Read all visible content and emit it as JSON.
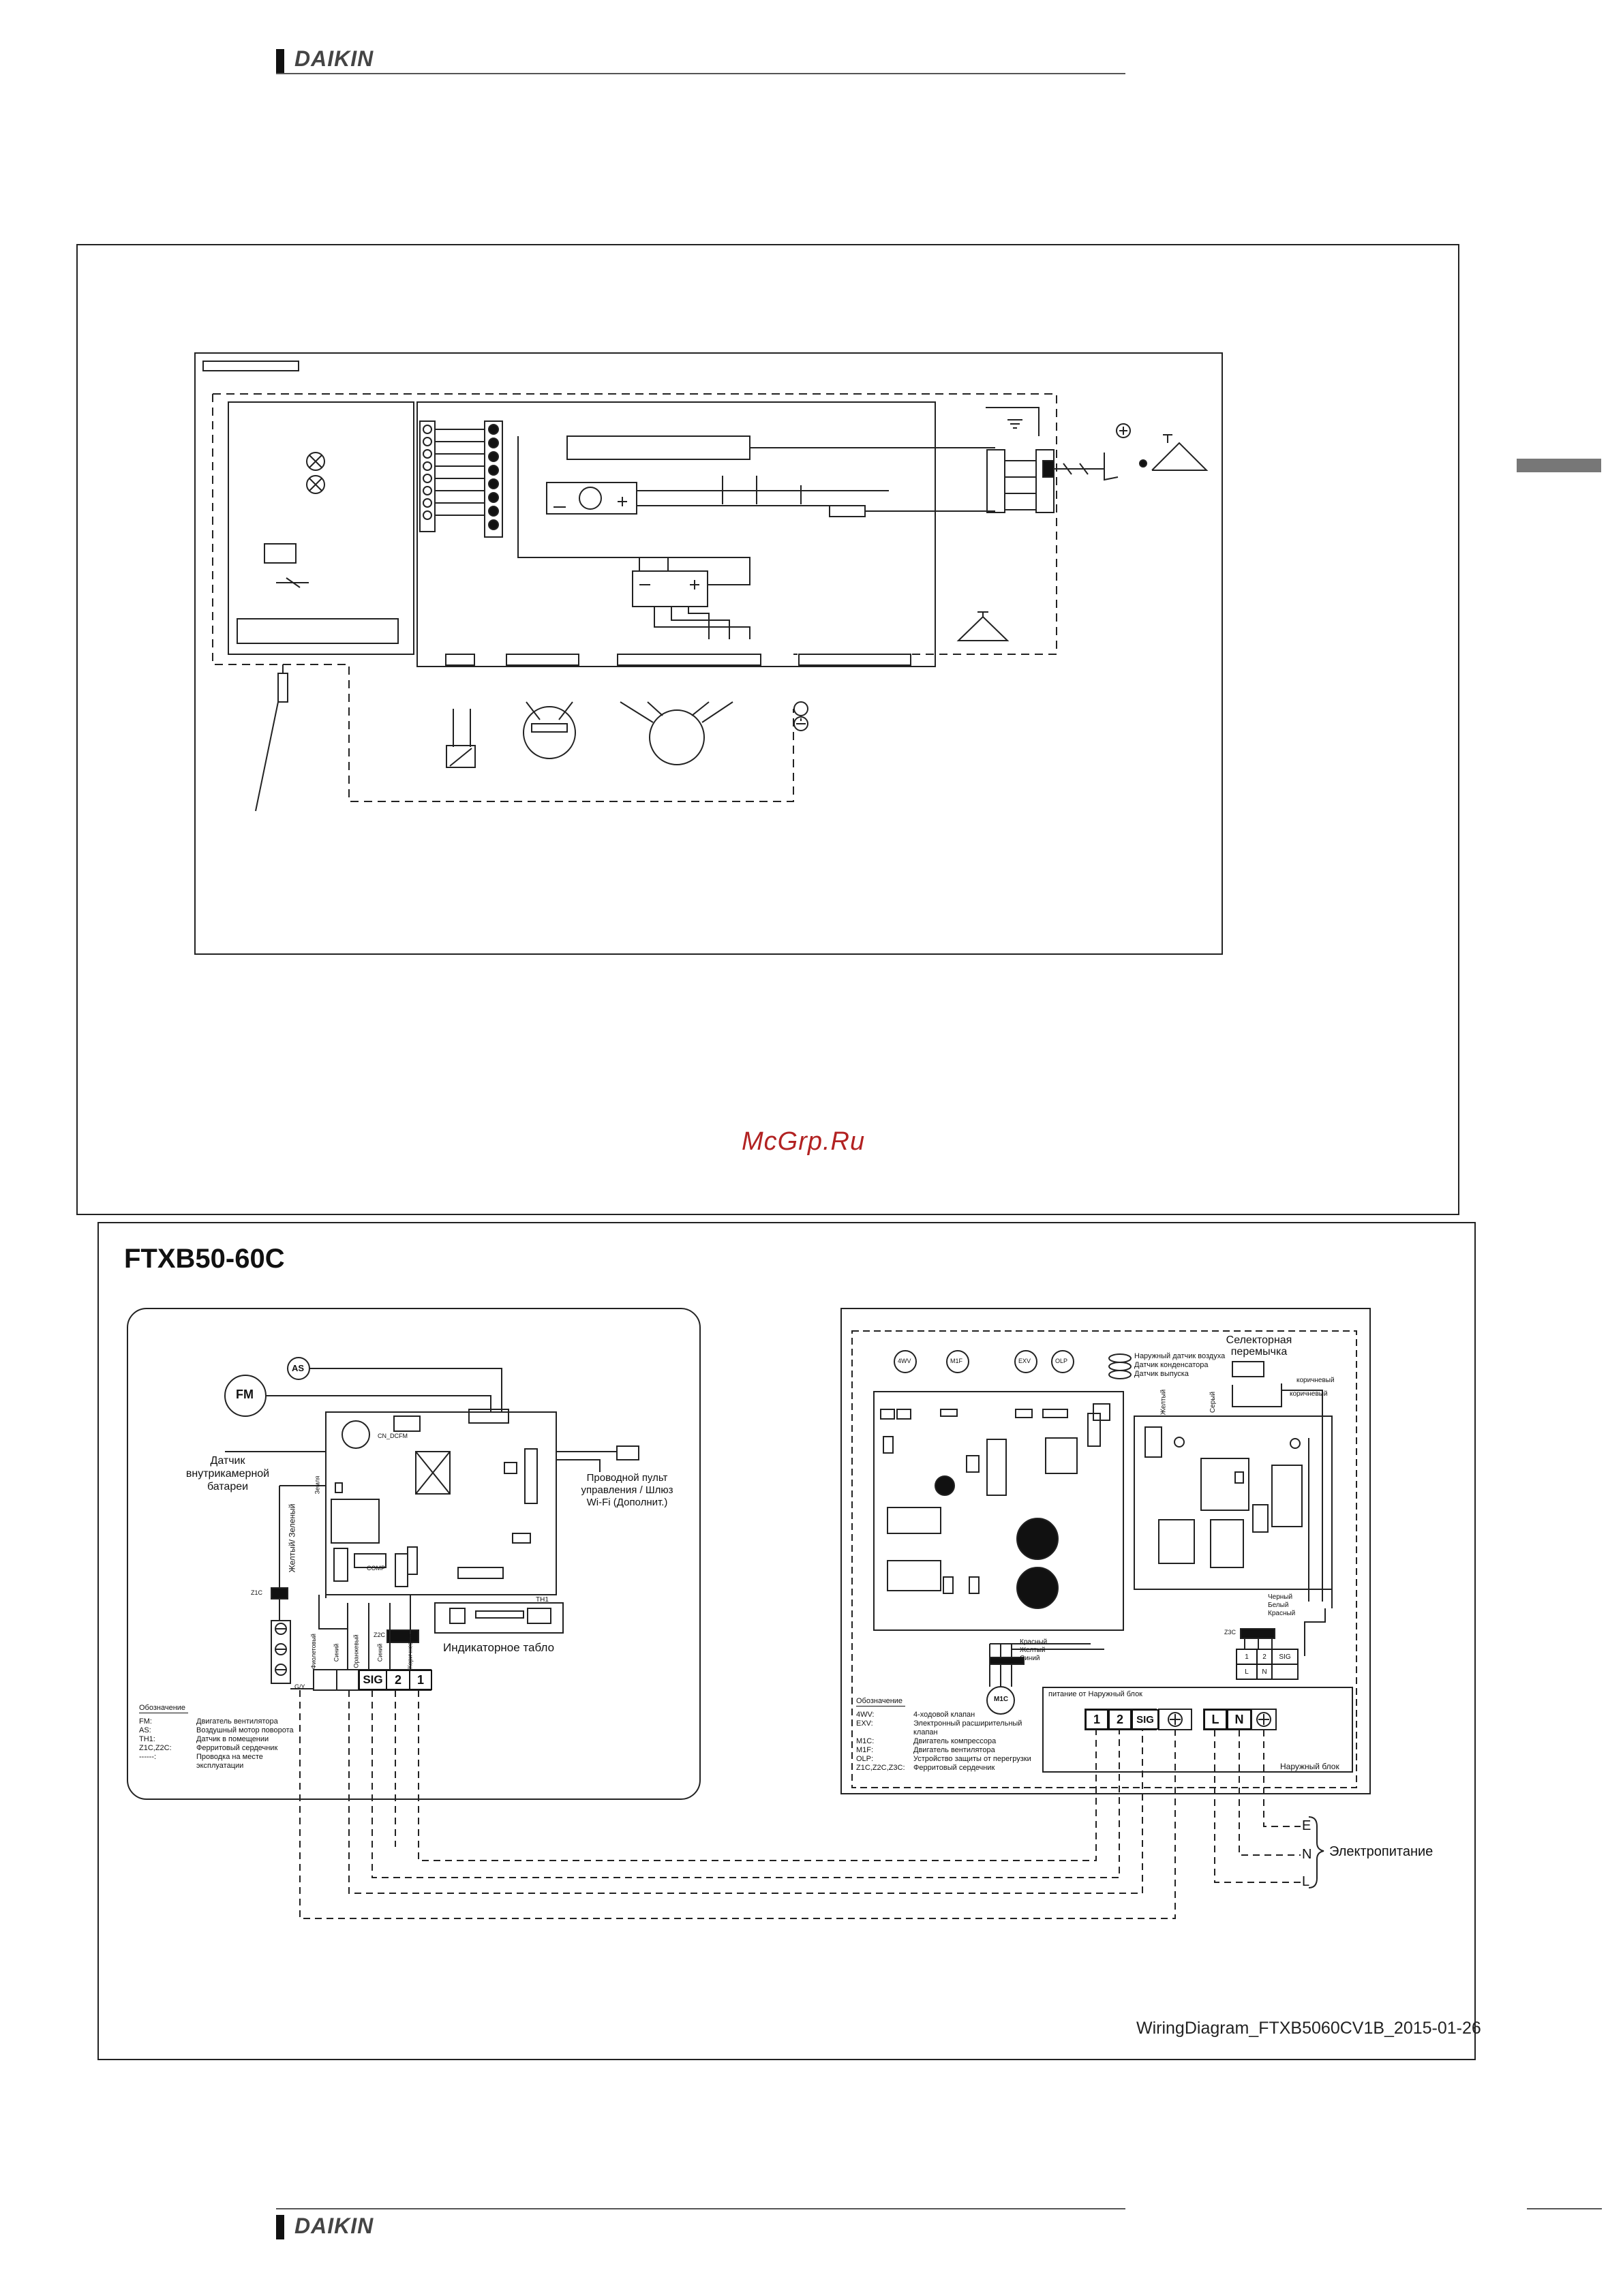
{
  "header": {
    "brand": "DAIKIN"
  },
  "footer": {
    "brand": "DAIKIN"
  },
  "watermark": "McGrp.Ru",
  "lower_panel": {
    "model": "FTXB50-60C",
    "diagram_name": "WiringDiagram_FTXB5060CV1B_2015-01-26",
    "indoor": {
      "fm": "FM",
      "as": "AS",
      "coil_sensor": "Датчик внутрикамерной батареи",
      "wired_remote": "Проводной пульт управления / Шлюз Wi-Fi (Дополнит.)",
      "display_board": "Индикаторное табло",
      "th1": "TH1",
      "z1c": "Z1C",
      "z2c": "Z2C",
      "yg_wire": "Желтый/ Зеленый",
      "ground": "Земля",
      "gy": "G/Y",
      "comp": "COMP",
      "cn_dcfm": "CN_DCFM",
      "wire_colors": [
        "Фиолетовый",
        "Синий",
        "Оранжевый",
        "Синий",
        "Коричневый"
      ],
      "terminals": [
        "SIG",
        "2",
        "1"
      ],
      "legend": {
        "title": "Обозначение",
        "rows": [
          {
            "k": "FM:",
            "v": "Двигатель вентилятора"
          },
          {
            "k": "AS:",
            "v": "Воздушный мотор поворота"
          },
          {
            "k": "TH1:",
            "v": "Датчик в помещении"
          },
          {
            "k": "Z1C,Z2C:",
            "v": "Ферритовый сердечник"
          },
          {
            "k": "------:",
            "v": "Проводка на месте эксплуатации"
          }
        ]
      }
    },
    "outdoor": {
      "components": [
        "4WV",
        "M1F",
        "EXV",
        "OLP"
      ],
      "sensors": [
        "Наружный датчик воздуха",
        "Датчик конденсатора",
        "Датчик выпуска"
      ],
      "selector": "Селекторная перемычка",
      "brown": "коричневый",
      "wires_left": [
        "Желтый",
        "Серый"
      ],
      "wires_bottom": [
        "Черный",
        "Белый",
        "Красный"
      ],
      "wires_comp": [
        "Красный",
        "Желтый",
        "Синий"
      ],
      "m1c": "M1C",
      "z3c": "Z3C",
      "supply_note": "питание от Наружный блок",
      "outdoor_unit": "Наружный блок",
      "terminals": [
        "1",
        "2",
        "SIG",
        "L",
        "N"
      ],
      "small_terminals": [
        "1",
        "2",
        "SIG",
        "L",
        "N"
      ],
      "legend": {
        "title": "Обозначение",
        "rows": [
          {
            "k": "4WV:",
            "v": "4-ходовой клапан"
          },
          {
            "k": "EXV:",
            "v": "Электронный расширительный клапан"
          },
          {
            "k": "M1C:",
            "v": "Двигатель компрессора"
          },
          {
            "k": "M1F:",
            "v": "Двигатель вентилятора"
          },
          {
            "k": "OLP:",
            "v": "Устройство защиты от перегрузки"
          },
          {
            "k": "Z1C,Z2C,Z3C:",
            "v": "Ферритовый сердечник"
          }
        ]
      },
      "supply": {
        "E": "E",
        "N": "N",
        "L": "L",
        "label": "Электропитание"
      }
    }
  }
}
